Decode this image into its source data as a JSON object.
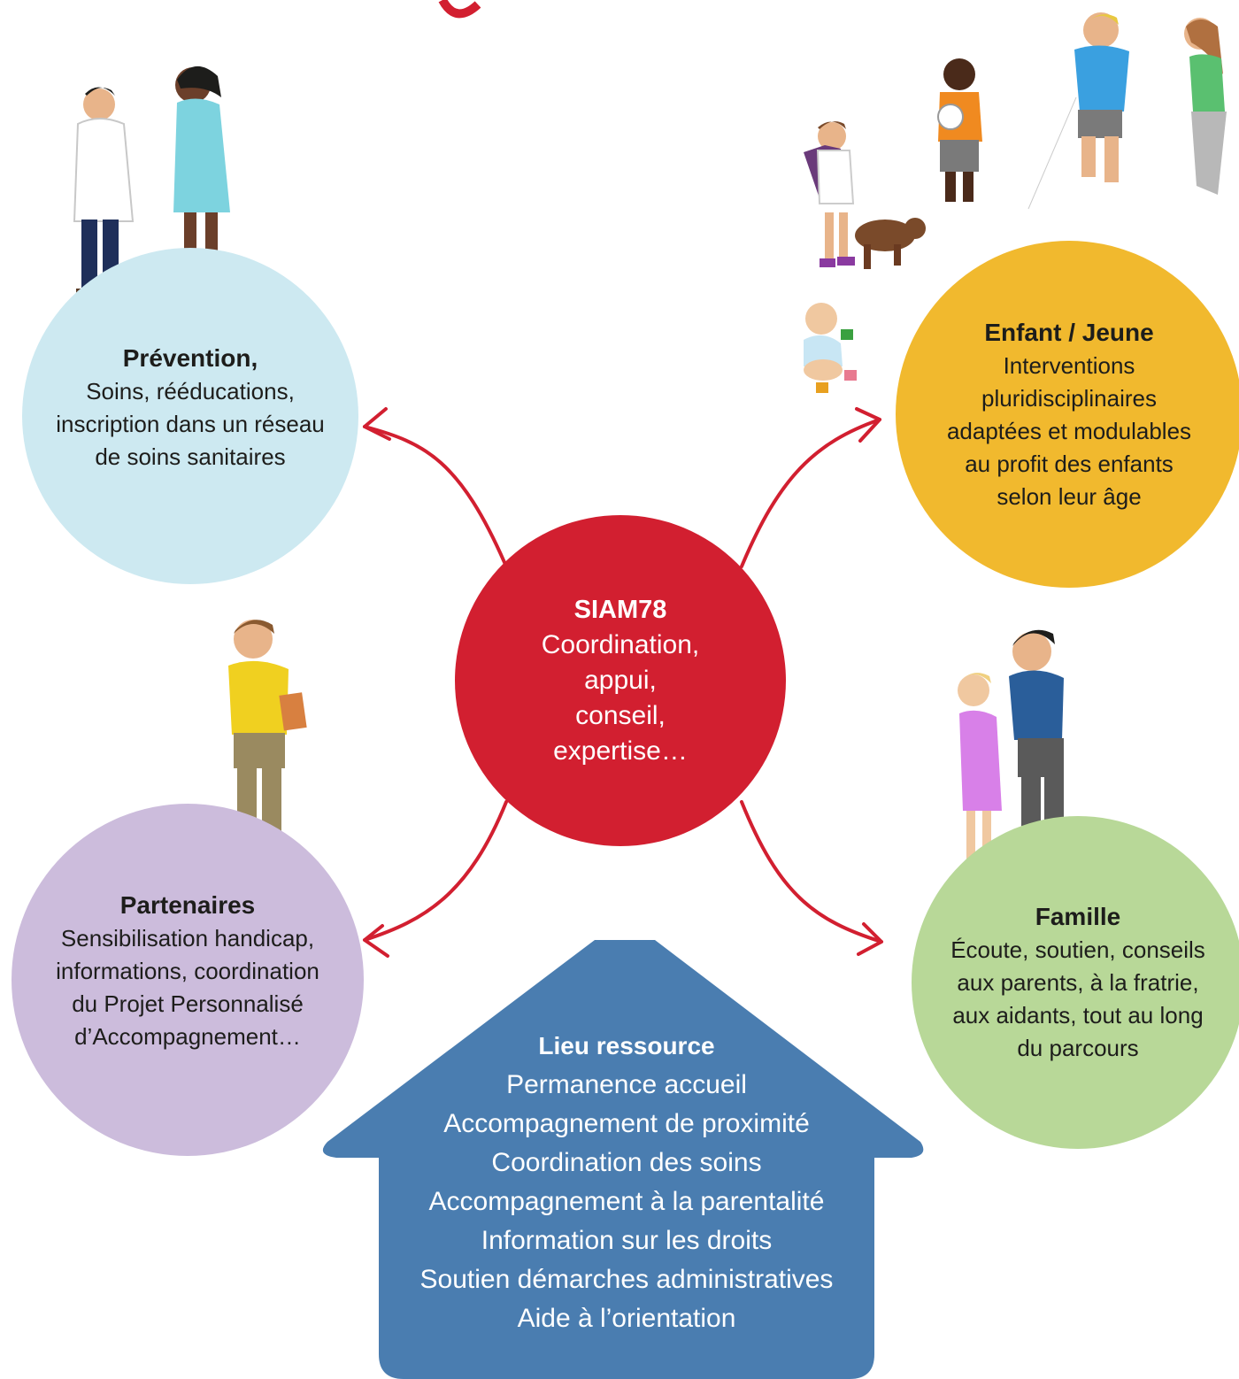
{
  "colors": {
    "arrow": "#d21f30",
    "center": "#d21f30",
    "prevention": "#cde9f1",
    "enfant": "#f1b92e",
    "partenaires": "#ccbcdc",
    "famille": "#b8d898",
    "house": "#4a7db0"
  },
  "center": {
    "title": "SIAM78",
    "lines": [
      "Coordination,",
      "appui,",
      "conseil,",
      "expertise…"
    ]
  },
  "prevention": {
    "title": "Prévention,",
    "lines": [
      "Soins, rééducations,",
      "inscription dans un réseau",
      "de soins sanitaires"
    ]
  },
  "enfant": {
    "title": "Enfant / Jeune",
    "lines": [
      "Interventions",
      "pluridisciplinaires",
      "adaptées et modulables",
      "au profit des enfants",
      "selon leur âge"
    ]
  },
  "partenaires": {
    "title": "Partenaires",
    "lines": [
      "Sensibilisation handicap,",
      "informations, coordination",
      "du Projet Personnalisé",
      "d’Accompagnement…"
    ]
  },
  "famille": {
    "title": "Famille",
    "lines": [
      "Écoute, soutien, conseils",
      "aux parents, à la fratrie,",
      "aux aidants, tout au long",
      "du parcours"
    ]
  },
  "house": {
    "title": "Lieu ressource",
    "lines": [
      "Permanence accueil",
      "Accompagnement de proximité",
      "Coordination des soins",
      "Accompagnement à la parentalité",
      "Information sur les droits",
      "Soutien démarches administratives",
      "Aide à l’orientation"
    ]
  },
  "icons": [
    "doctor-nurse-illustration",
    "children-dog-blind-man-illustration",
    "baby-illustration",
    "professional-man-illustration",
    "couple-illustration"
  ]
}
